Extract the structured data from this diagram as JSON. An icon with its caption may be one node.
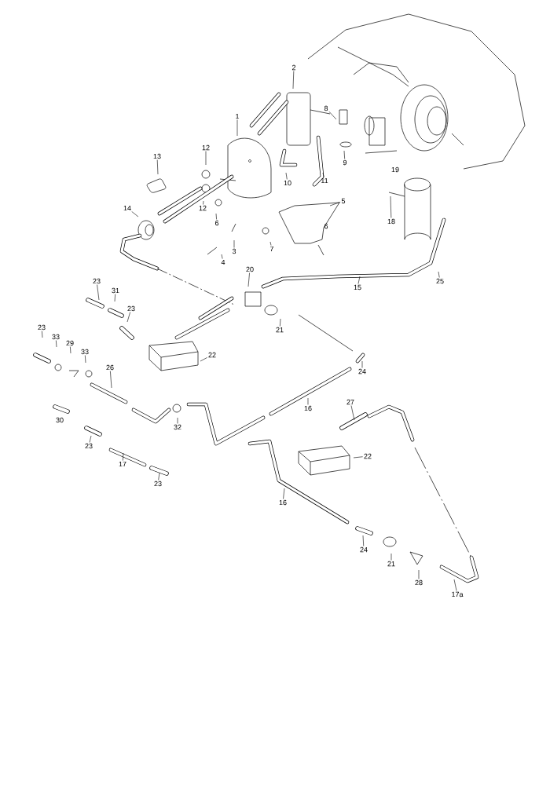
{
  "diagram": {
    "nodes": [
      {
        "text": [
          "2"
        ]
      },
      {
        "text": [
          "8"
        ]
      },
      {
        "text": [
          "1"
        ]
      },
      {
        "text": [
          "13"
        ]
      },
      {
        "text": [
          "12"
        ]
      },
      {
        "text": [
          "9"
        ]
      },
      {
        "text": [
          "19"
        ]
      },
      {
        "text": [
          "10"
        ]
      },
      {
        "text": [
          "11"
        ]
      },
      {
        "text": [
          "5"
        ]
      },
      {
        "text": [
          "14"
        ]
      },
      {
        "text": [
          "12"
        ]
      },
      {
        "text": [
          "18"
        ]
      },
      {
        "text": [
          "6"
        ]
      },
      {
        "text": [
          "6"
        ]
      },
      {
        "text": [
          "7"
        ]
      },
      {
        "text": [
          "3"
        ]
      },
      {
        "text": [
          "4"
        ]
      },
      {
        "text": [
          "20"
        ]
      },
      {
        "text": [
          "25"
        ]
      },
      {
        "text": [
          "23"
        ]
      },
      {
        "text": [
          "15"
        ]
      },
      {
        "text": [
          "31"
        ]
      },
      {
        "text": [
          "23"
        ]
      },
      {
        "text": [
          "23"
        ]
      },
      {
        "text": [
          "21"
        ]
      },
      {
        "text": [
          "33"
        ]
      },
      {
        "text": [
          "29"
        ]
      },
      {
        "text": [
          "33"
        ]
      },
      {
        "text": [
          "22"
        ]
      },
      {
        "text": [
          "26"
        ]
      },
      {
        "text": [
          "24"
        ]
      },
      {
        "text": [
          "27"
        ]
      },
      {
        "text": [
          "16"
        ]
      },
      {
        "text": [
          "30"
        ]
      },
      {
        "text": [
          "32"
        ]
      },
      {
        "text": [
          "23"
        ]
      },
      {
        "text": [
          "22"
        ]
      },
      {
        "text": [
          "17"
        ]
      },
      {
        "text": [
          "23"
        ]
      },
      {
        "text": [
          "16"
        ]
      },
      {
        "text": [
          "24"
        ]
      },
      {
        "text": [
          "21"
        ]
      },
      {
        "text": [
          "28"
        ]
      },
      {
        "text": [
          "17a"
        ]
      }
    ],
    "edges": [
      {
        "from": 0,
        "to": null,
        "arrow": "none"
      },
      {
        "from": 1,
        "to": null,
        "arrow": "none"
      },
      {
        "from": 2,
        "to": null,
        "arrow": "none"
      },
      {
        "from": 3,
        "to": null,
        "arrow": "none"
      },
      {
        "from": 4,
        "to": null,
        "arrow": "none"
      },
      {
        "from": 5,
        "to": null,
        "arrow": "none"
      },
      {
        "from": 7,
        "to": null,
        "arrow": "none"
      },
      {
        "from": 8,
        "to": null,
        "arrow": "none"
      },
      {
        "from": 9,
        "to": null,
        "arrow": "none"
      },
      {
        "from": 10,
        "to": null,
        "arrow": "none"
      },
      {
        "from": 11,
        "to": null,
        "arrow": "none"
      },
      {
        "from": 12,
        "to": null,
        "arrow": "none"
      },
      {
        "from": 13,
        "to": null,
        "arrow": "none"
      },
      {
        "from": 15,
        "to": null,
        "arrow": "none"
      },
      {
        "from": 16,
        "to": null,
        "arrow": "none"
      },
      {
        "from": 17,
        "to": null,
        "arrow": "none"
      },
      {
        "from": 18,
        "to": null,
        "arrow": "none"
      },
      {
        "from": 19,
        "to": null,
        "arrow": "none"
      },
      {
        "from": 20,
        "to": null,
        "arrow": "none"
      },
      {
        "from": 21,
        "to": null,
        "arrow": "none"
      },
      {
        "from": 22,
        "to": null,
        "arrow": "none"
      },
      {
        "from": 23,
        "to": null,
        "arrow": "none"
      },
      {
        "from": 24,
        "to": null,
        "arrow": "none"
      },
      {
        "from": 25,
        "to": null,
        "arrow": "none"
      },
      {
        "from": 26,
        "to": null,
        "arrow": "none"
      },
      {
        "from": 27,
        "to": null,
        "arrow": "none"
      },
      {
        "from": 28,
        "to": null,
        "arrow": "none"
      },
      {
        "from": 29,
        "to": null,
        "arrow": "none"
      },
      {
        "from": 30,
        "to": null,
        "arrow": "none"
      },
      {
        "from": 31,
        "to": null,
        "arrow": "none"
      },
      {
        "from": 32,
        "to": null,
        "arrow": "none"
      },
      {
        "from": 33,
        "to": null,
        "arrow": "none"
      },
      {
        "from": 35,
        "to": null,
        "arrow": "none"
      },
      {
        "from": 36,
        "to": null,
        "arrow": "none"
      },
      {
        "from": 37,
        "to": null,
        "arrow": "none"
      },
      {
        "from": 38,
        "to": null,
        "arrow": "none"
      },
      {
        "from": 39,
        "to": null,
        "arrow": "none"
      },
      {
        "from": 40,
        "to": null,
        "arrow": "none"
      },
      {
        "from": 41,
        "to": null,
        "arrow": "none"
      },
      {
        "from": 42,
        "to": null,
        "arrow": "none"
      },
      {
        "from": 43,
        "to": null,
        "arrow": "none"
      },
      {
        "from": 44,
        "to": null,
        "arrow": "none"
      }
    ]
  }
}
